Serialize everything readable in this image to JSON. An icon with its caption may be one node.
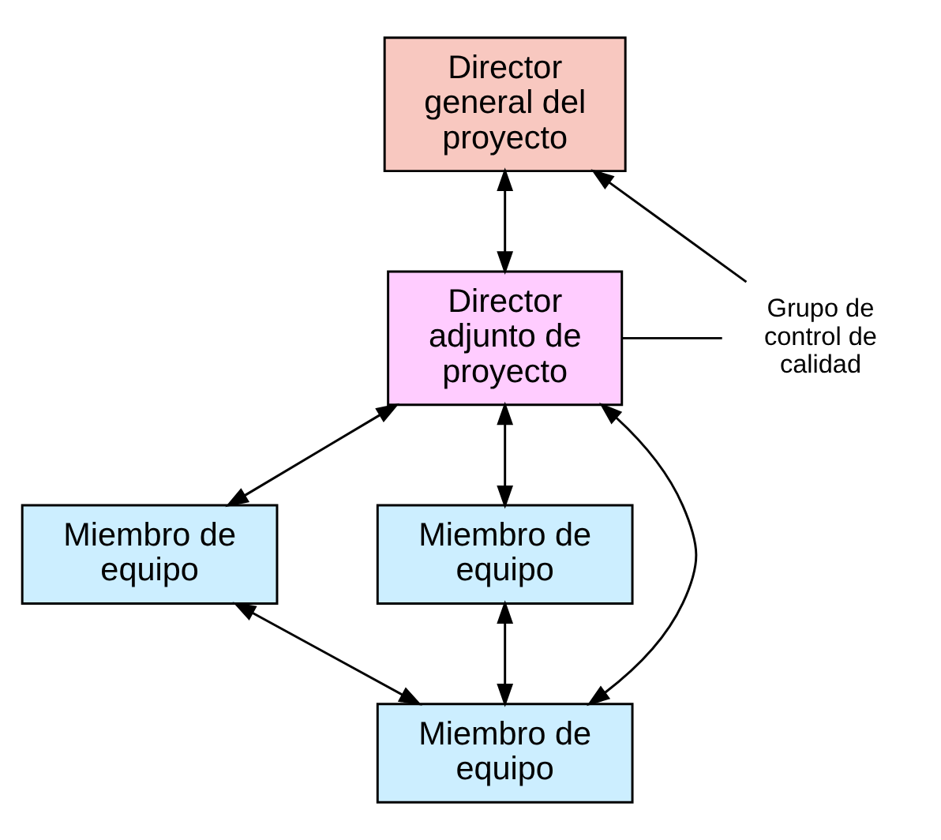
{
  "diagram": {
    "nodes": [
      {
        "text": [
          "Director general del proyecto"
        ]
      },
      {
        "text": [
          "Director adjunto de proyecto"
        ]
      },
      {
        "text": [
          "Miembro de equipo"
        ]
      },
      {
        "text": [
          "Miembro de equipo"
        ]
      },
      {
        "text": [
          "Miembro de equipo"
        ]
      },
      {
        "text": [
          "Grupo de control de calidad"
        ]
      }
    ],
    "edges": [
      {
        "from": 0,
        "to": 1,
        "arrow": "both"
      },
      {
        "from": 1,
        "to": 2,
        "arrow": "both"
      },
      {
        "from": 1,
        "to": 4,
        "arrow": "both"
      },
      {
        "from": 1,
        "to": 3,
        "arrow": "both"
      },
      {
        "from": 2,
        "to": 4,
        "arrow": "both"
      },
      {
        "from": 3,
        "to": 4,
        "arrow": "both"
      },
      {
        "from": 5,
        "to": 0,
        "arrow": "to"
      },
      {
        "from": 5,
        "to": 1,
        "arrow": "none"
      }
    ]
  }
}
